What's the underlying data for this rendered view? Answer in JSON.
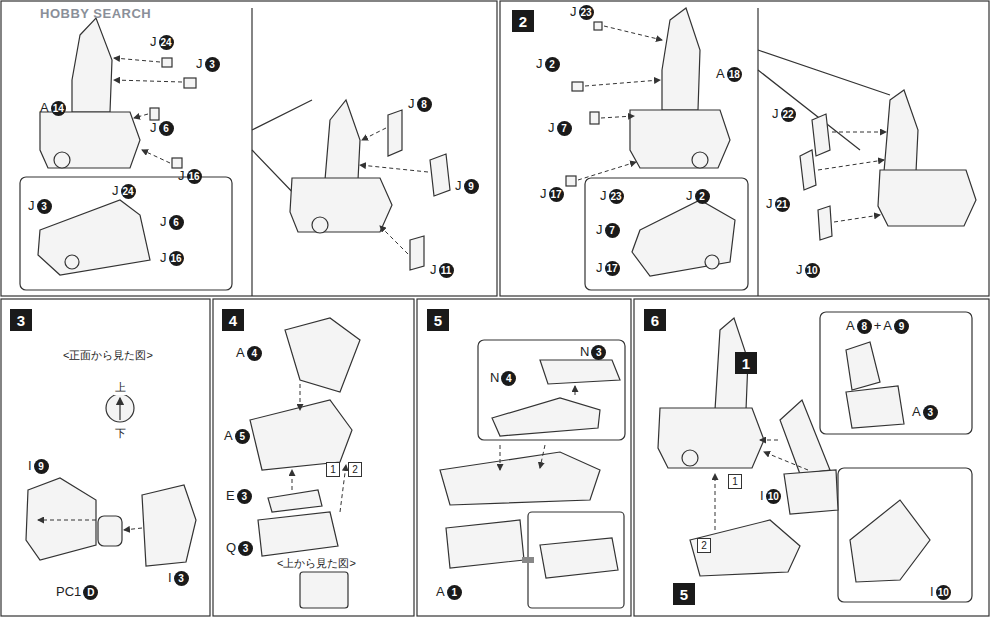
{
  "diagram": {
    "nodes": [
      {
        "text": [
          "2"
        ]
      },
      {
        "text": [
          "3"
        ]
      },
      {
        "text": [
          "4"
        ]
      },
      {
        "text": [
          "1"
        ]
      },
      {
        "text": [
          "2"
        ]
      },
      {
        "text": [
          "5"
        ]
      },
      {
        "text": [
          "6"
        ]
      },
      {
        "text": [
          "1"
        ]
      },
      {
        "text": [
          "1"
        ]
      },
      {
        "text": [
          "2"
        ]
      },
      {
        "text": [
          "5"
        ]
      }
    ],
    "labels": [
      "HOBBY SEARCH",
      "A",
      "14",
      "J",
      "24",
      "J",
      "3",
      "J",
      "6",
      "J",
      "16",
      "J",
      "3",
      "J",
      "24",
      "J",
      "6",
      "J",
      "16",
      "J",
      "8",
      "J",
      "9",
      "J",
      "11",
      "J",
      "23",
      "J",
      "2",
      "A",
      "18",
      "J",
      "7",
      "J",
      "17",
      "J",
      "23",
      "J",
      "2",
      "J",
      "7",
      "J",
      "17",
      "J",
      "22",
      "J",
      "21",
      "J",
      "10",
      "<正面から見た図>",
      "上",
      "下",
      "I",
      "9",
      "PC1",
      "D",
      "I",
      "3",
      "A",
      "4",
      "A",
      "5",
      "E",
      "3",
      "Q",
      "3",
      "<上から見た図>",
      "N",
      "4",
      "N",
      "3",
      "A",
      "1",
      "I",
      "10",
      "A",
      "8",
      "+",
      "A",
      "9",
      "A",
      "3",
      "I",
      "10"
    ]
  }
}
